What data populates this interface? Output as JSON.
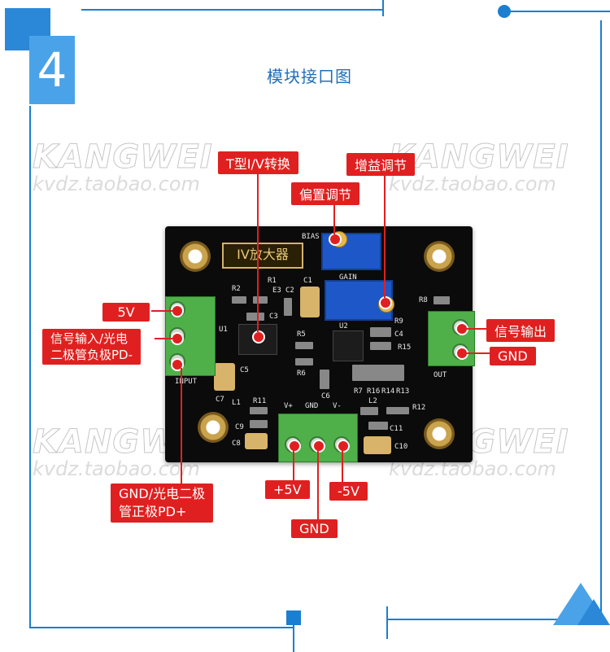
{
  "section": {
    "number": "4",
    "title": "模块接口图"
  },
  "watermark": {
    "brand": "KANGWEI",
    "shop": "kvdz.taobao.com"
  },
  "board": {
    "title": "IV放大器",
    "silkscreen": {
      "bias": "BIAS",
      "gain": "GAIN",
      "input": "INPUT",
      "out": "OUT",
      "vplus": "V+",
      "gnd": "GND",
      "vminus": "V-",
      "r1": "R1",
      "r2": "R2",
      "e3": "E3",
      "c2": "C2",
      "c1": "C1",
      "c3": "C3",
      "u1": "U1",
      "r5": "R5",
      "r6": "R6",
      "c5": "C5",
      "c6": "C6",
      "c7": "C7",
      "l1": "L1",
      "r11": "R11",
      "c9": "C9",
      "c8": "C8",
      "u2": "U2",
      "r9": "R9",
      "c4": "C4",
      "r15": "R15",
      "r7": "R7",
      "r16": "R16",
      "r14": "R14",
      "r13": "R13",
      "l2": "L2",
      "r12": "R12",
      "c11": "C11",
      "c10": "C10",
      "r8": "R8"
    }
  },
  "callouts": {
    "ti_convert": "T型I/V转换",
    "gain_adjust": "增益调节",
    "bias_adjust": "偏置调节",
    "v5": "5V",
    "signal_in": "信号输入/光电\n二极管负极PD-",
    "gnd_pd_plus": "GND/光电二极\n管正极PD+",
    "signal_out": "信号输出",
    "gnd_out": "GND",
    "plus5v": "+5V",
    "minus5v": "-5V",
    "gnd_bottom": "GND"
  }
}
